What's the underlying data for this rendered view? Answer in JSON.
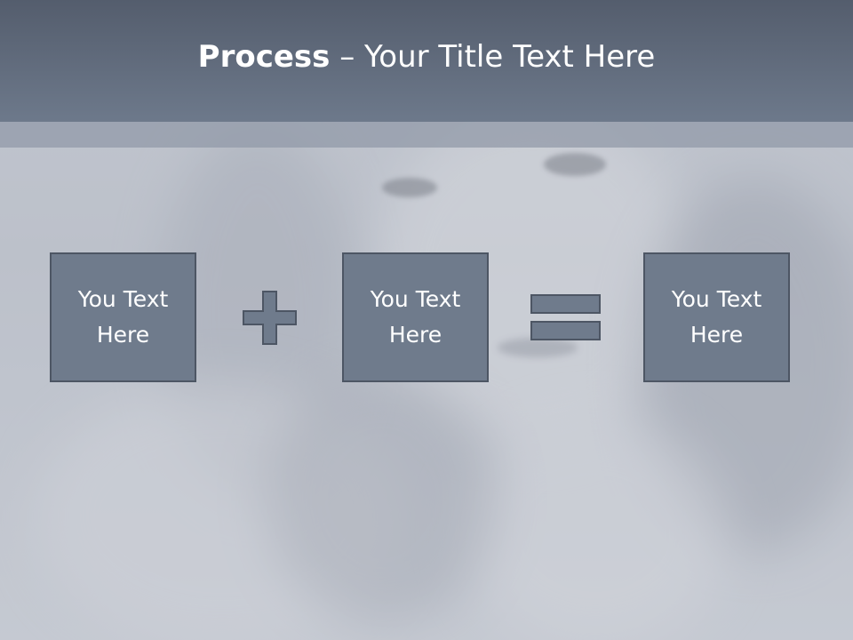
{
  "slide": {
    "title_bold": "Process",
    "title_dash": " – ",
    "title_rest": "Your Title Text Here"
  },
  "boxes": [
    {
      "line1": "You Text",
      "line2": "Here"
    },
    {
      "line1": "You Text",
      "line2": "Here"
    },
    {
      "line1": "You Text",
      "line2": "Here"
    }
  ],
  "icons": {
    "operator1": "plus-icon",
    "operator2": "equals-icon"
  },
  "colors": {
    "header": "#6d798b",
    "box_fill": "#6f7b8c",
    "box_border": "#4d5664",
    "text": "#ffffff"
  }
}
